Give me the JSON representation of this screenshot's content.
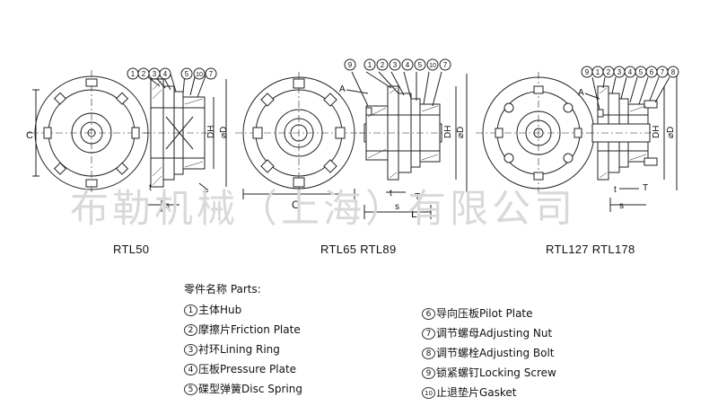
{
  "watermark": "布勒机械（上海）有限公司",
  "models": [
    "RTL50",
    "RTL65  RTL89",
    "RTL127  RTL178"
  ],
  "dimension_labels": {
    "C": "C",
    "A": "A",
    "T": "T",
    "t": "t",
    "s": "s",
    "L": "L",
    "DH": "DH",
    "D": "⌀D"
  },
  "callout_numbers": {
    "rtl50": [
      "1",
      "2",
      "3",
      "4",
      "5",
      "10",
      "7"
    ],
    "rtl65": [
      "9",
      "1",
      "2",
      "3",
      "4",
      "5",
      "10",
      "7"
    ],
    "rtl127": [
      "9",
      "1",
      "2",
      "3",
      "4",
      "5",
      "6",
      "7",
      "8"
    ]
  },
  "parts": {
    "title": "零件名称 Parts:",
    "items": [
      {
        "num": "1",
        "name": "主体Hub"
      },
      {
        "num": "2",
        "name": "摩擦片Friction Plate"
      },
      {
        "num": "3",
        "name": "衬环Lining Ring"
      },
      {
        "num": "4",
        "name": "压板Pressure Plate"
      },
      {
        "num": "5",
        "name": "碟型弹簧Disc Spring"
      },
      {
        "num": "6",
        "name": "导向压板Pilot Plate"
      },
      {
        "num": "7",
        "name": "调节螺母Adjusting Nut"
      },
      {
        "num": "8",
        "name": "调节螺栓Adjusting Bolt"
      },
      {
        "num": "9",
        "name": "锁紧螺钉Locking Screw"
      },
      {
        "num": "10",
        "name": "止退垫片Gasket"
      }
    ]
  }
}
